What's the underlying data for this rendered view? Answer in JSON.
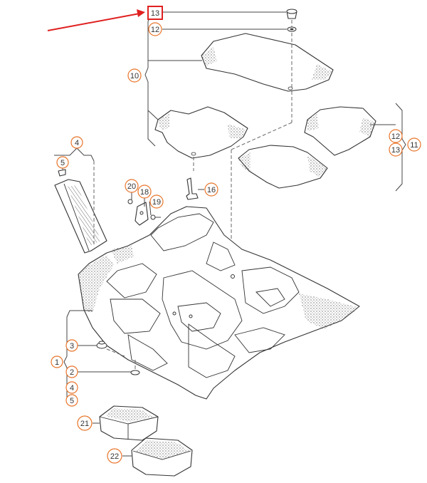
{
  "diagram": {
    "highlight_color": "#e02020",
    "callout_color": "#e8742a",
    "callouts": [
      {
        "id": "c13top",
        "label": "13",
        "boxed": true
      },
      {
        "id": "c12top",
        "label": "12"
      },
      {
        "id": "c10",
        "label": "10"
      },
      {
        "id": "c12r",
        "label": "12"
      },
      {
        "id": "c13r",
        "label": "13"
      },
      {
        "id": "c11",
        "label": "11"
      },
      {
        "id": "c4top",
        "label": "4"
      },
      {
        "id": "c5top",
        "label": "5"
      },
      {
        "id": "c20",
        "label": "20"
      },
      {
        "id": "c18",
        "label": "18"
      },
      {
        "id": "c19",
        "label": "19"
      },
      {
        "id": "c16",
        "label": "16"
      },
      {
        "id": "c3",
        "label": "3"
      },
      {
        "id": "c1",
        "label": "1"
      },
      {
        "id": "c2",
        "label": "2"
      },
      {
        "id": "c4bot",
        "label": "4"
      },
      {
        "id": "c5bot",
        "label": "5"
      },
      {
        "id": "c21",
        "label": "21"
      },
      {
        "id": "c22",
        "label": "22"
      }
    ]
  }
}
